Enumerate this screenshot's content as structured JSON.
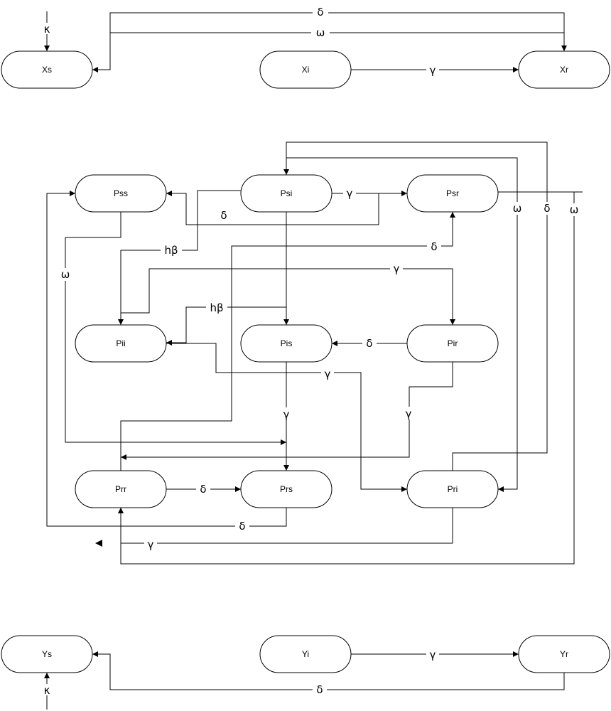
{
  "nodes": {
    "xs": "Xs",
    "xi": "Xi",
    "xr": "Xr",
    "pss": "Pss",
    "psi": "Psi",
    "psr": "Psr",
    "pii": "Pii",
    "pis": "Pis",
    "pir": "Pir",
    "prr": "Prr",
    "prs": "Prs",
    "pri": "Pri",
    "ys": "Ys",
    "yi": "Yi",
    "yr": "Yr"
  },
  "edge_labels": {
    "kappa": "κ",
    "delta": "δ",
    "omega": "ω",
    "gamma": "γ",
    "h_beta": "hβ"
  }
}
